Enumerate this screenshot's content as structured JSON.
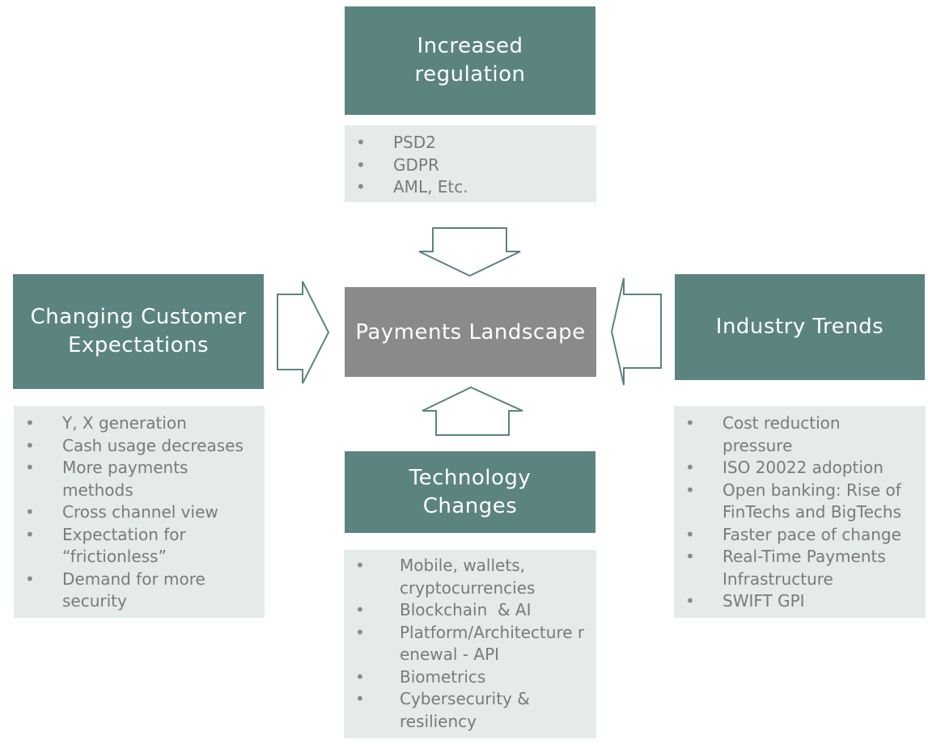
{
  "diagram": {
    "center": {
      "label": "Payments Landscape"
    },
    "top": {
      "title": "Increased regulation",
      "items": [
        "PSD2",
        "GDPR",
        "AML, Etc."
      ]
    },
    "left": {
      "title": "Changing Customer Expectations",
      "items": [
        "Y, X generation",
        "Cash usage decreases",
        "More payments methods",
        "Cross channel view",
        "Expectation for “frictionless”",
        "Demand for more security"
      ]
    },
    "bottom": {
      "title": "Technology Changes",
      "items": [
        "Mobile, wallets, cryptocurrencies",
        "Blockchain  & AI",
        "Platform/Architecture renewal - API",
        "Biometrics",
        "Cybersecurity & resiliency"
      ]
    },
    "right": {
      "title": "Industry Trends",
      "items": [
        "Cost reduction pressure",
        "ISO 20022 adoption",
        "Open banking: Rise of FinTechs and BigTechs",
        "Faster pace of change",
        "Real-Time Payments Infrastructure",
        "SWIFT GPI"
      ]
    }
  },
  "colors": {
    "header_fill": "#5b8480",
    "center_fill": "#8a8a8a",
    "list_fill": "#e4ebea",
    "list_text": "#7a7a7a",
    "arrow_stroke": "#5b8480"
  }
}
